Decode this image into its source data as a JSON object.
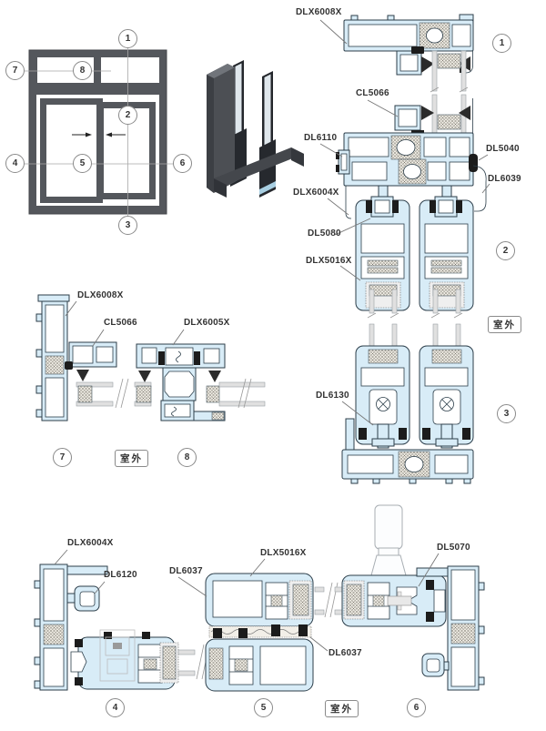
{
  "drawing": {
    "colors": {
      "profile_fill": "#d8ecf7",
      "profile_stroke": "#2c3e4a",
      "gasket_black": "#1c1c1c",
      "frame_gray": "#54575c",
      "glass_gray": "#e0e0e0"
    },
    "elevation": {
      "markers": {
        "top": "1",
        "mullion": "2",
        "bottom": "3",
        "left": "4",
        "center": "5",
        "right": "6",
        "transom_left": "7",
        "transom_mid": "8"
      }
    },
    "right_column": {
      "callouts": {
        "dlx6008x": "DLX6008X",
        "cl5066": "CL5066",
        "dl6110": "DL6110",
        "dl5040": "DL5040",
        "dl6039": "DL6039",
        "dlx6004x": "DLX6004X",
        "dl5080": "DL5080",
        "dlx5016x": "DLX5016X",
        "dl6130": "DL6130"
      },
      "markers": {
        "head": "1",
        "meeting": "2",
        "sill": "3"
      },
      "outdoor_tag": "室外"
    },
    "mid_left": {
      "callouts": {
        "dlx6008x": "DLX6008X",
        "cl5066": "CL5066",
        "dlx6005x": "DLX6005X"
      },
      "markers": {
        "jamb": "7",
        "interlock": "8"
      },
      "outdoor_tag": "室外"
    },
    "bottom_row": {
      "callouts": {
        "dlx6004x": "DLX6004X",
        "dl6120": "DL6120",
        "dl6037_left": "DL6037",
        "dlx5016x": "DLX5016X",
        "dl5070": "DL5070",
        "dl6037_right": "DL6037"
      },
      "markers": {
        "jamb": "4",
        "interlock": "5",
        "lock_jamb": "6"
      },
      "outdoor_tag": "室外"
    }
  }
}
